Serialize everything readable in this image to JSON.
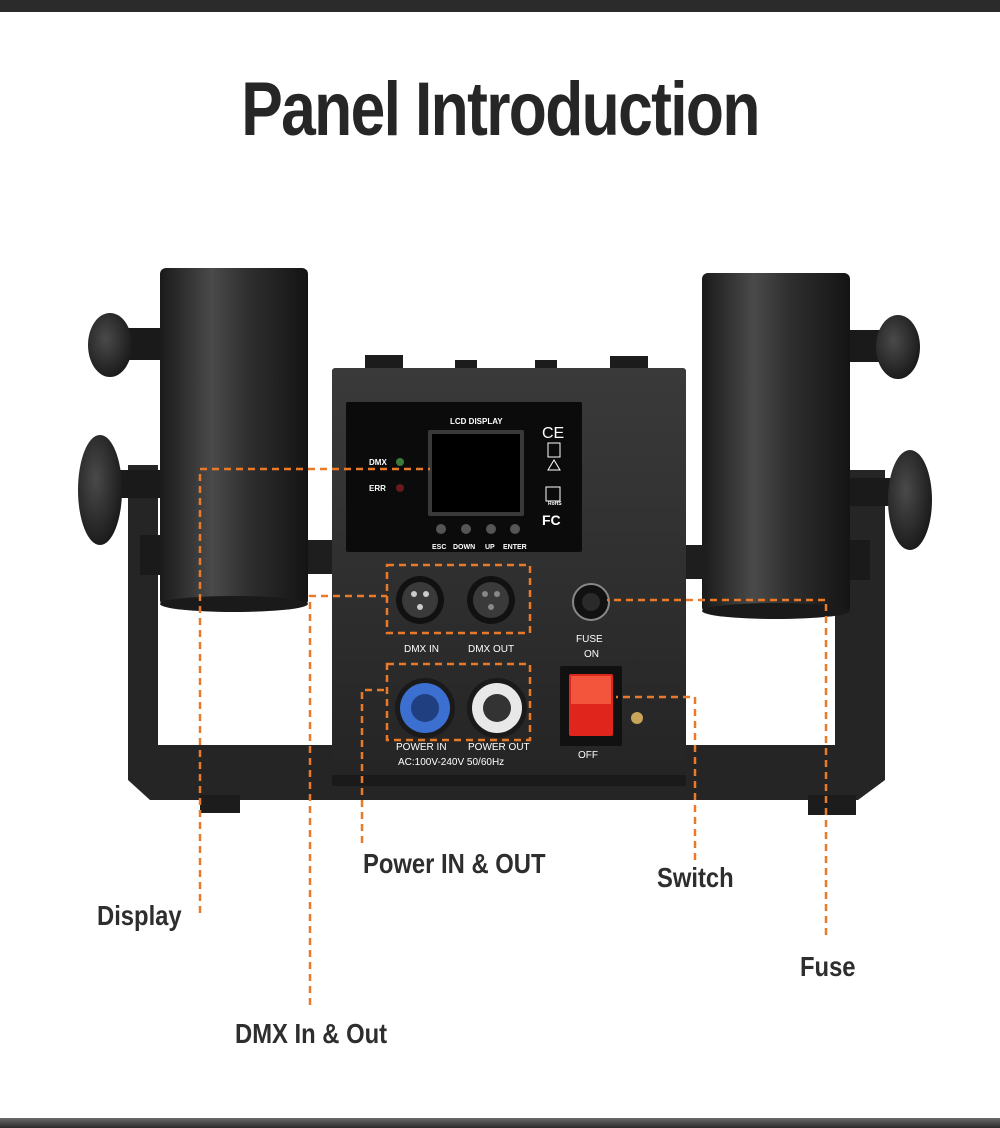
{
  "title": "Panel Introduction",
  "panel": {
    "lcd_display": "LCD DISPLAY",
    "dmx": "DMX",
    "err": "ERR",
    "buttons": [
      "ESC",
      "DOWN",
      "UP",
      "ENTER"
    ],
    "ce_mark": "CE",
    "fc_mark": "FC",
    "rohs": "RoHS",
    "dmx_in": "DMX IN",
    "dmx_out": "DMX OUT",
    "fuse": "FUSE",
    "on": "ON",
    "off": "OFF",
    "power_in": "POWER IN",
    "power_out": "POWER OUT",
    "voltage": "AC:100V-240V  50/60Hz"
  },
  "callouts": {
    "display": "Display",
    "dmx": "DMX In & Out",
    "power": "Power IN & OUT",
    "switch": "Switch",
    "fuse": "Fuse"
  },
  "colors": {
    "callout_line": "#e87a2a",
    "device_body": "#2a2a2a",
    "power_in": "#3b6fd0",
    "switch_red": "#e0261c"
  }
}
